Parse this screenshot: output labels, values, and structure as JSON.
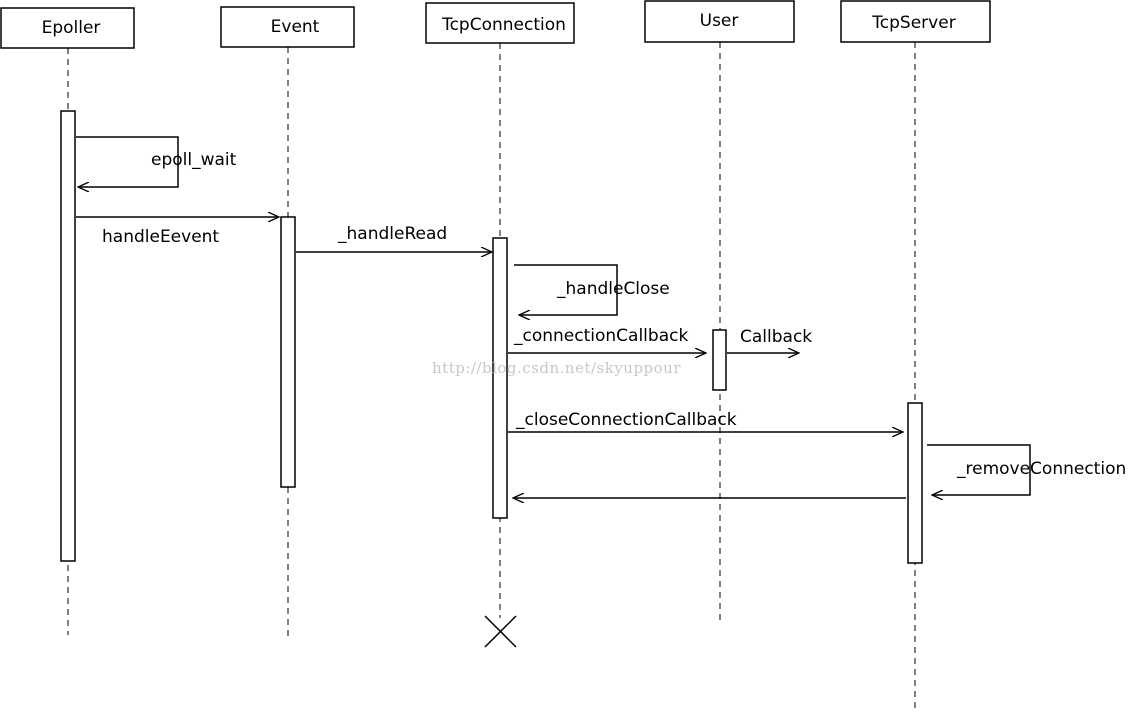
{
  "participants": [
    {
      "id": "epoller",
      "label": "Epoller"
    },
    {
      "id": "event",
      "label": "Event"
    },
    {
      "id": "tcpconnection",
      "label": "TcpConnection"
    },
    {
      "id": "user",
      "label": "User"
    },
    {
      "id": "tcpserver",
      "label": "TcpServer"
    }
  ],
  "messages": [
    {
      "id": "epoll-wait",
      "label": "epoll_wait",
      "from": "epoller",
      "to": "epoller"
    },
    {
      "id": "handle-event",
      "label": "handleEevent",
      "from": "epoller",
      "to": "event"
    },
    {
      "id": "handle-read",
      "label": "_handleRead",
      "from": "event",
      "to": "tcpconnection"
    },
    {
      "id": "handle-close",
      "label": "_handleClose",
      "from": "tcpconnection",
      "to": "tcpconnection"
    },
    {
      "id": "connection-callback",
      "label": "_connectionCallback",
      "from": "tcpconnection",
      "to": "user"
    },
    {
      "id": "callback",
      "label": "Callback",
      "from": "user",
      "to": "external"
    },
    {
      "id": "close-connection-callback",
      "label": "_closeConnectionCallback",
      "from": "tcpconnection",
      "to": "tcpserver"
    },
    {
      "id": "remove-connection",
      "label": "_removeConnection",
      "from": "tcpserver",
      "to": "tcpserver"
    },
    {
      "id": "return",
      "label": "",
      "from": "tcpserver",
      "to": "tcpconnection"
    }
  ],
  "destroyed": "tcpconnection",
  "watermark": "http://blog.csdn.net/skyuppour"
}
